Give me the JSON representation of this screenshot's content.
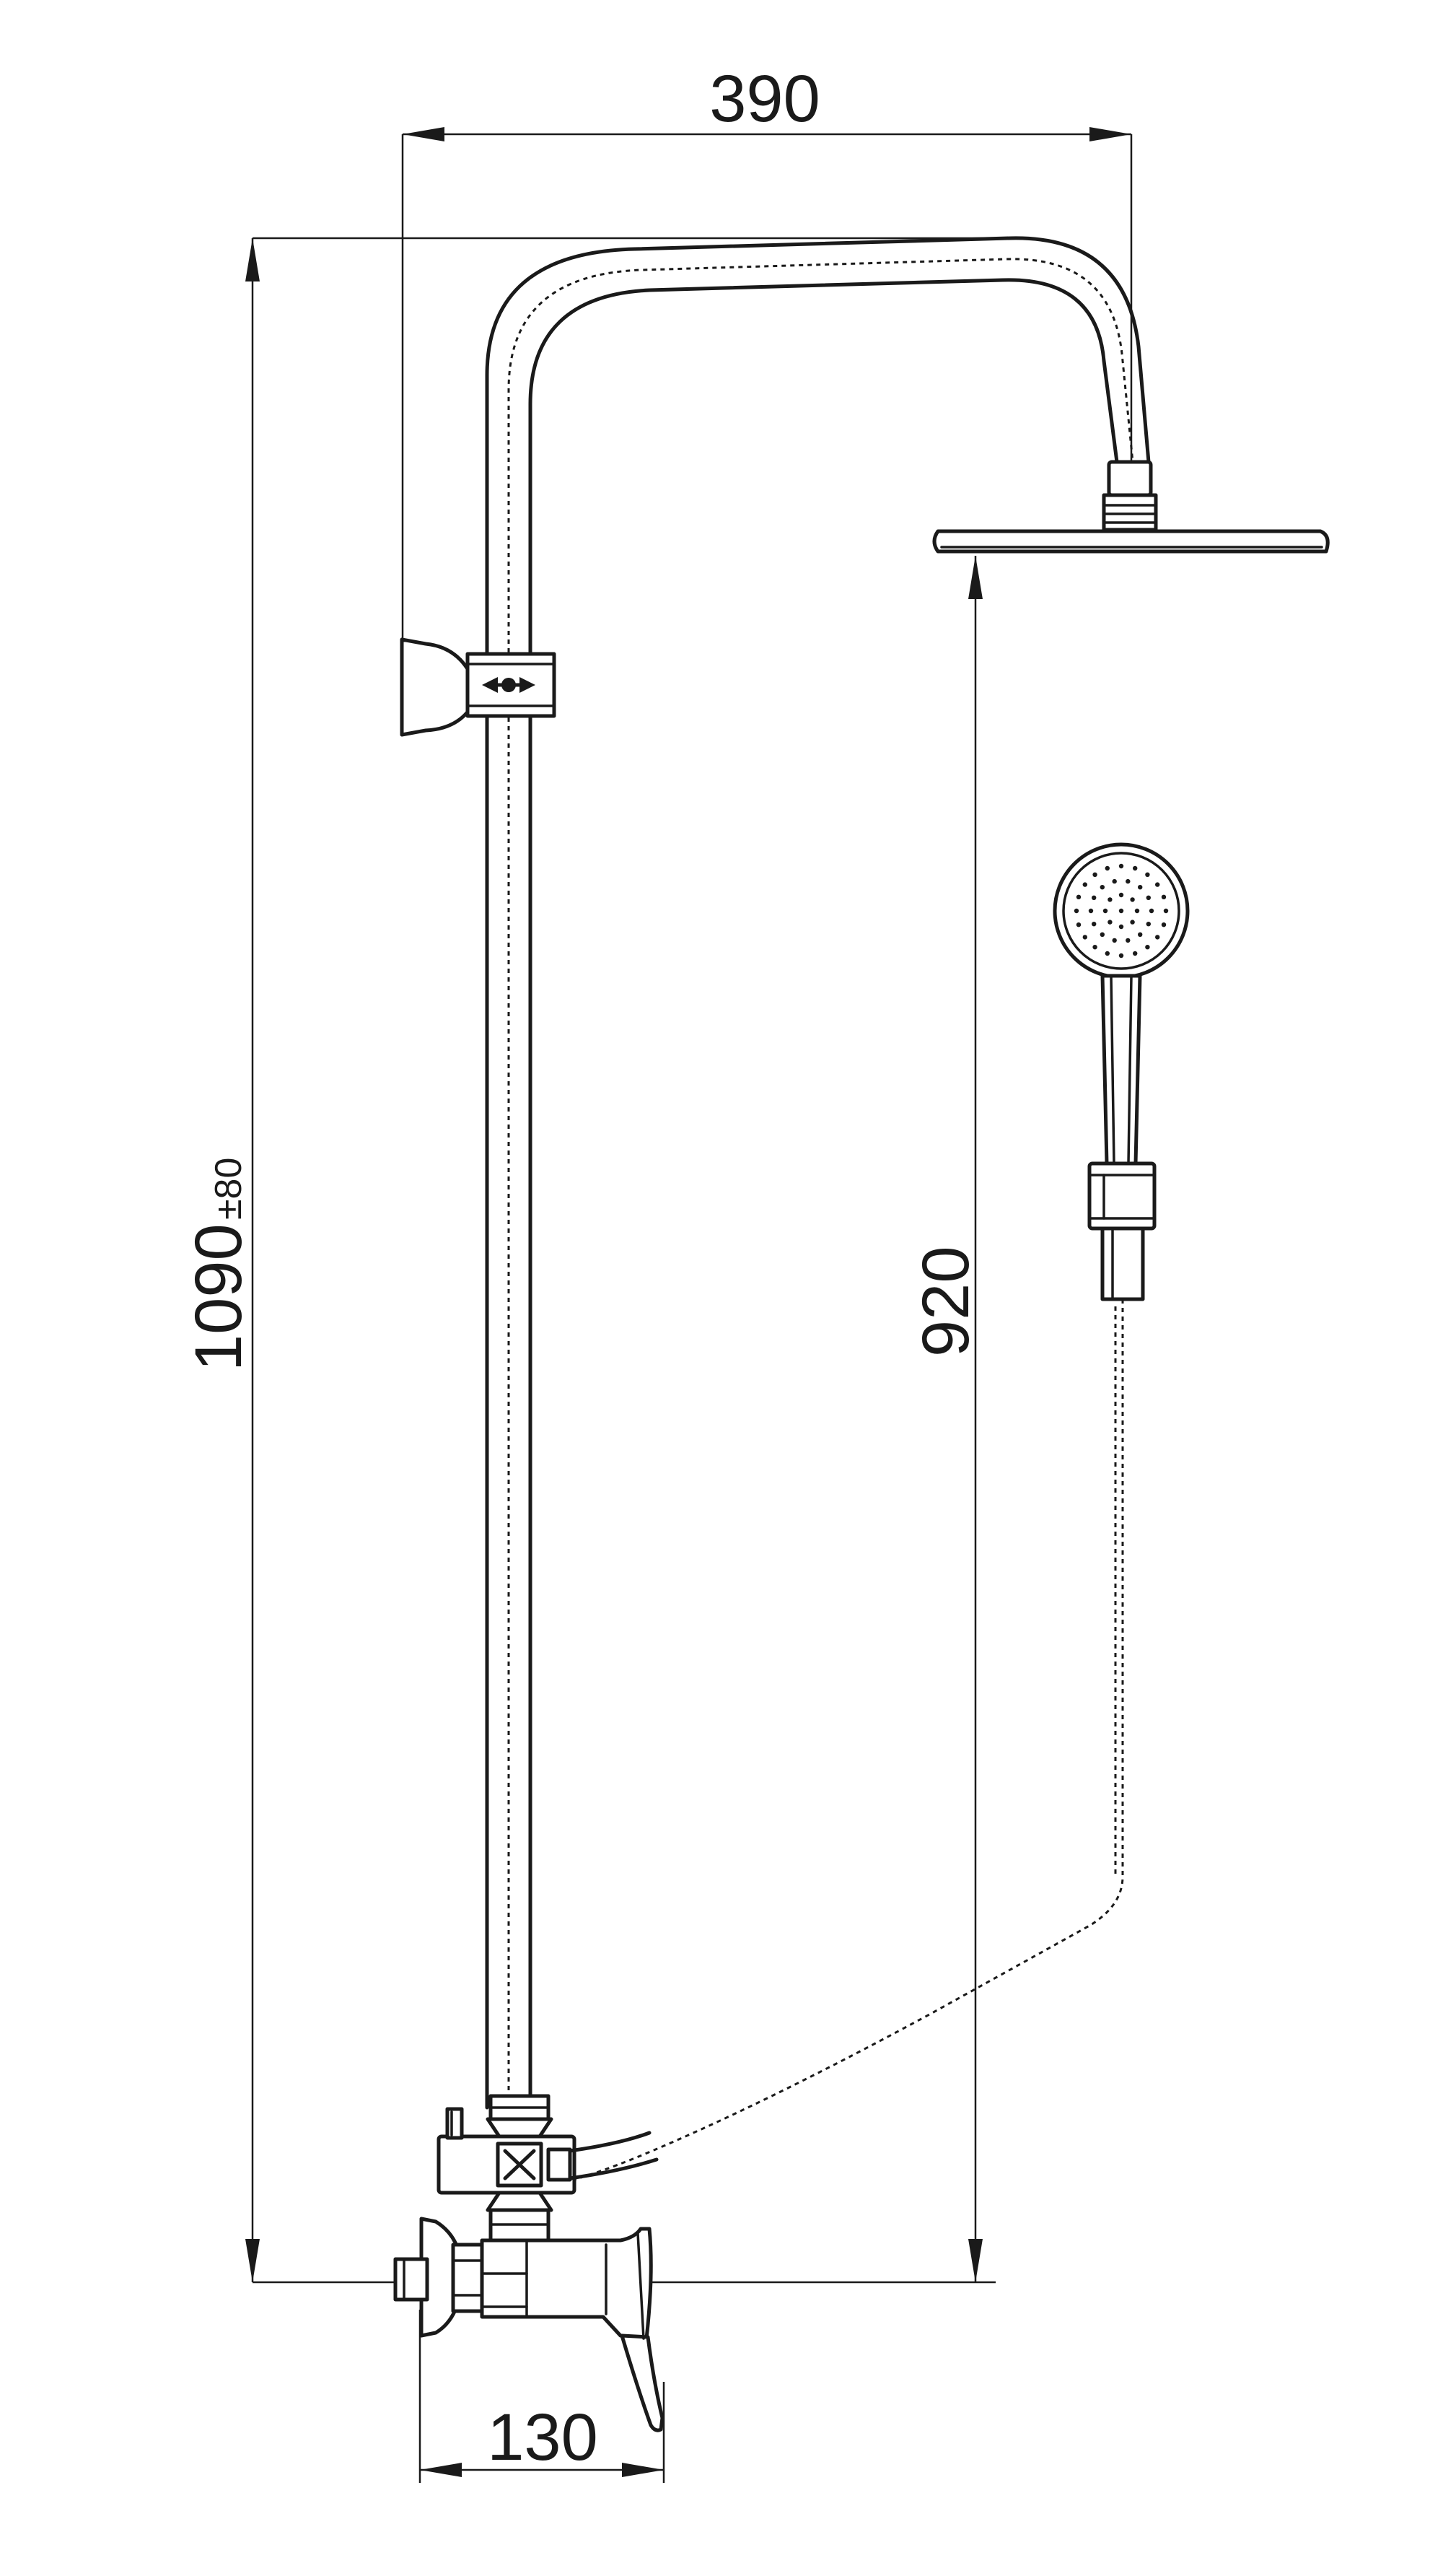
{
  "dimensions": {
    "arm_projection": "390",
    "total_height": "1090",
    "total_height_tolerance": "±80",
    "head_height": "920",
    "mixer_depth": "130"
  }
}
